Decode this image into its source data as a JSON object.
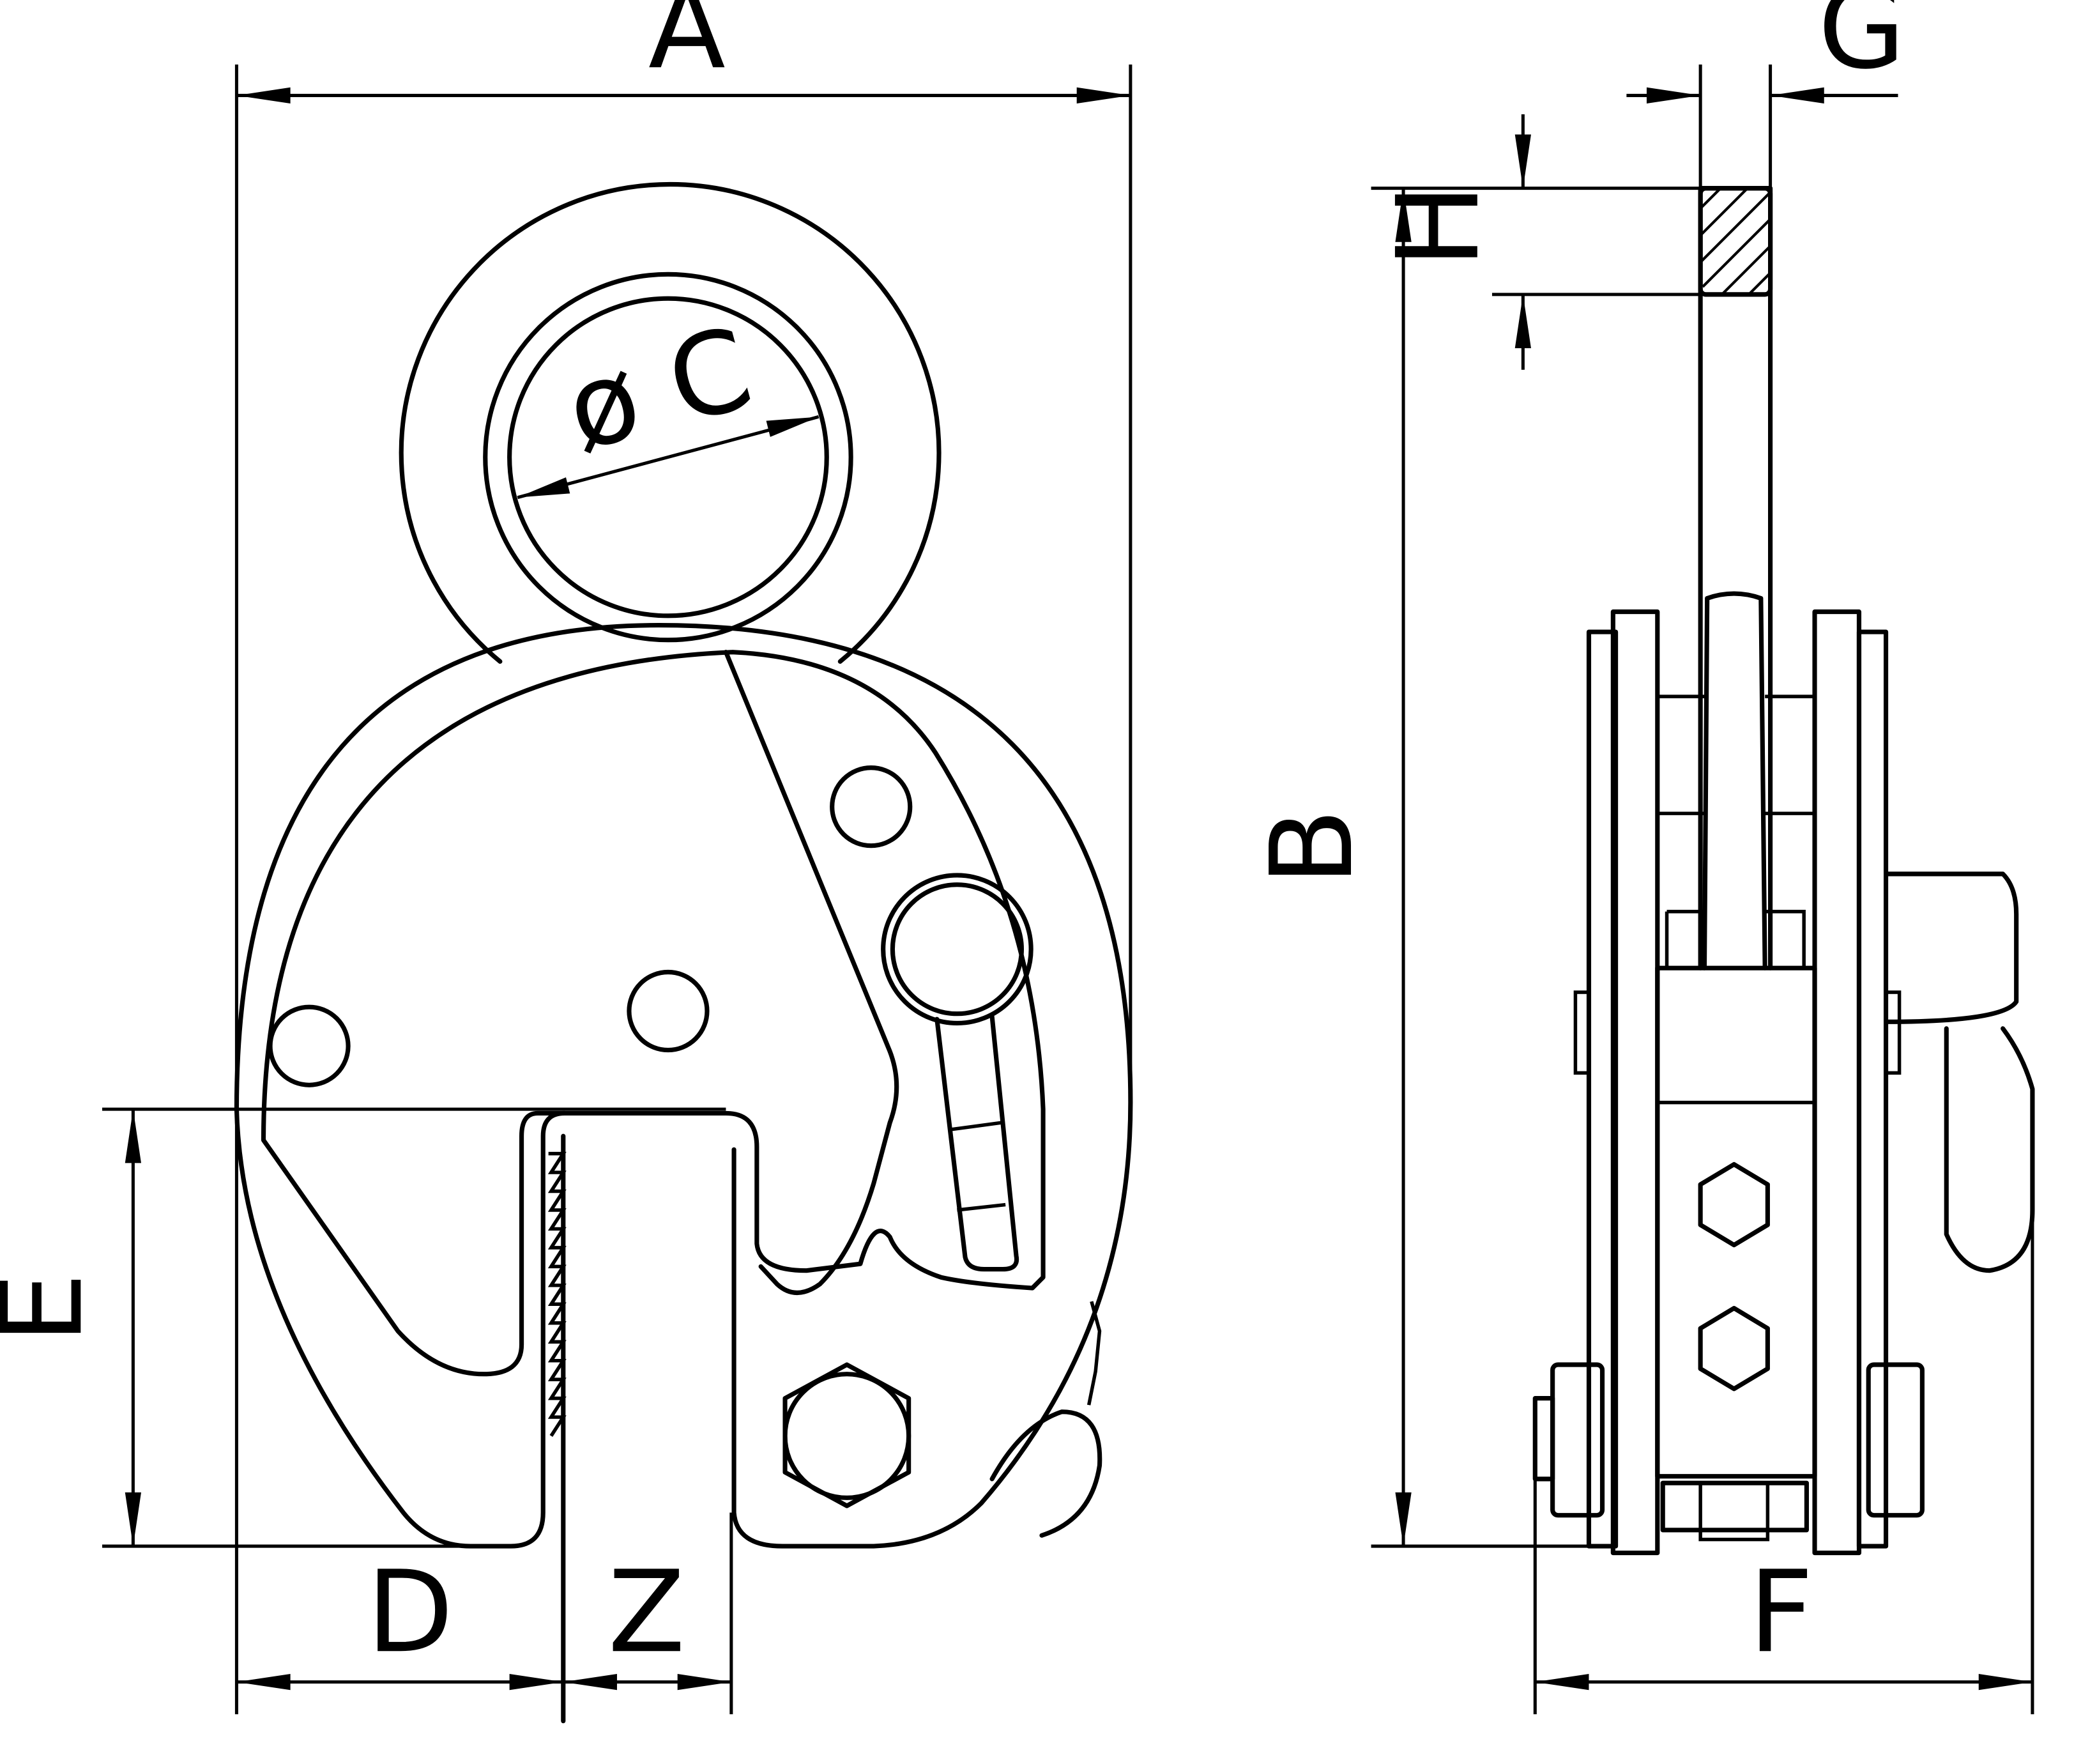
{
  "labels": {
    "A": "A",
    "B": "B",
    "C": "ø C",
    "D": "D",
    "E": "E",
    "F": "F",
    "G": "G",
    "H": "H",
    "Z": "Z"
  }
}
